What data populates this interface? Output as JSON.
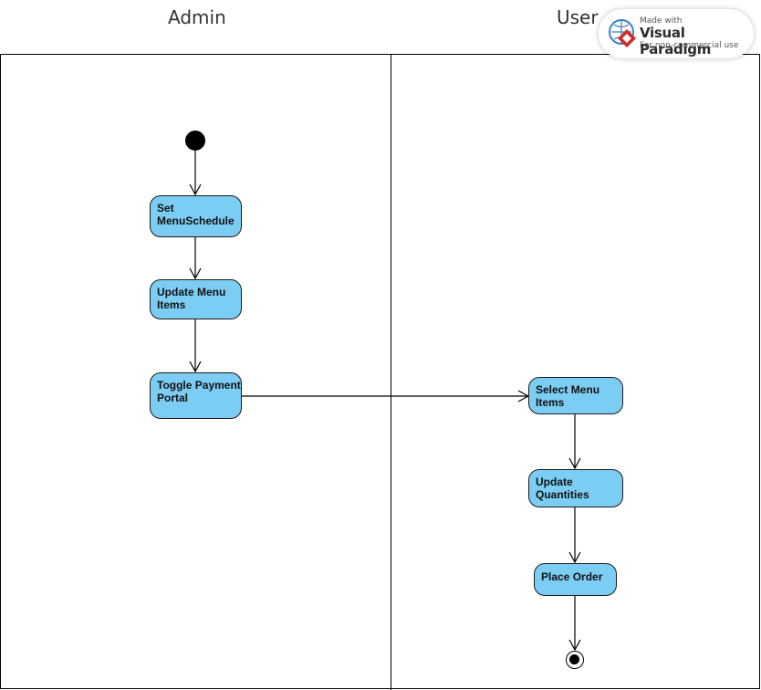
{
  "swimlanes": [
    {
      "title": "Admin"
    },
    {
      "title": "User"
    }
  ],
  "actions": {
    "set_menu_schedule": "Set\nMenuSchedule",
    "update_menu_items": "Update Menu\nItems",
    "toggle_payment_portal": "Toggle Payment\nPortal",
    "select_menu_items": "Select Menu\nItems",
    "update_quantities": "Update\nQuantities",
    "place_order": "Place Order"
  },
  "watermark": {
    "line1": "Made with",
    "line2": "Visual Paradigm",
    "line3": "For non-commercial use"
  },
  "colors": {
    "action_fill": "#7ccdf4",
    "stroke": "#000000",
    "logo_red": "#d42a2a",
    "logo_blue": "#3c7fc4"
  }
}
